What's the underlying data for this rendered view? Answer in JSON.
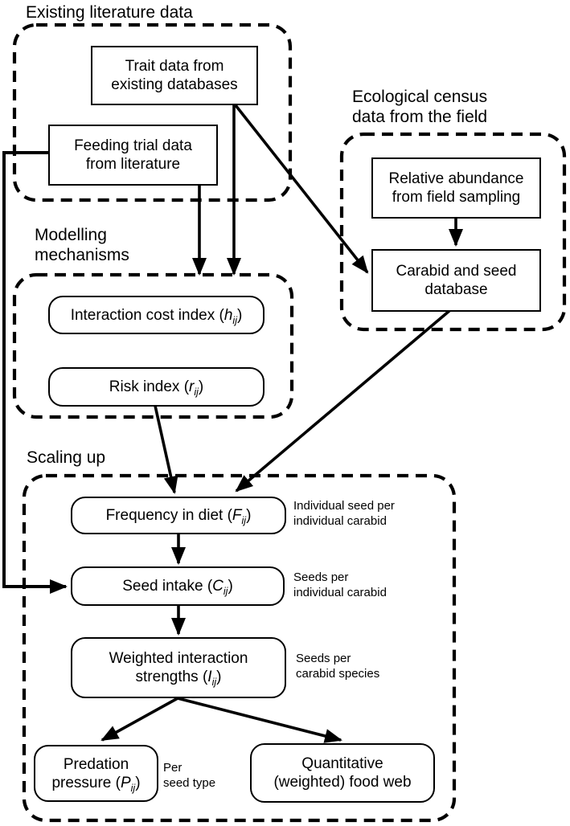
{
  "groups": {
    "literature": {
      "title": "Existing literature data"
    },
    "census": {
      "title_line1": "Ecological census",
      "title_line2": "data from the field"
    },
    "modelling": {
      "title_line1": "Modelling",
      "title_line2": "mechanisms"
    },
    "scaling": {
      "title": "Scaling up"
    }
  },
  "nodes": {
    "trait": {
      "line1": "Trait data from",
      "line2": "existing databases"
    },
    "feeding": {
      "line1": "Feeding trial data",
      "line2": "from literature"
    },
    "relative": {
      "line1": "Relative abundance",
      "line2": "from field sampling"
    },
    "carabid": {
      "line1": "Carabid and seed",
      "line2": "database"
    },
    "interaction_cost": {
      "pre": "Interaction cost index (",
      "sym": "h",
      "sub": "ij",
      "post": ")"
    },
    "risk": {
      "pre": "Risk index (",
      "sym": "r",
      "sub": "ij",
      "post": ")"
    },
    "frequency": {
      "pre": "Frequency in diet (",
      "sym": "F",
      "sub": "ij",
      "post": ")"
    },
    "seed_intake": {
      "pre": "Seed intake (",
      "sym": "C",
      "sub": "ij",
      "post": ")"
    },
    "weighted": {
      "line1": "Weighted interaction",
      "pre2": "strengths (",
      "sym": "I",
      "sub": "ij",
      "post": ")"
    },
    "predation": {
      "line1": "Predation",
      "pre2": "pressure (",
      "sym": "P",
      "sub": "ij",
      "post": ")"
    },
    "foodweb": {
      "line1": "Quantitative",
      "line2": "(weighted) food web"
    }
  },
  "annotations": {
    "frequency": {
      "line1": "Individual seed per",
      "line2": "individual carabid"
    },
    "seed_intake": {
      "line1": "Seeds per",
      "line2": "individual carabid"
    },
    "weighted": {
      "line1": "Seeds per",
      "line2": "carabid species"
    },
    "predation": {
      "line1": "Per",
      "line2": "seed type"
    }
  },
  "colors": {
    "ink": "#000000",
    "background": "#ffffff"
  }
}
